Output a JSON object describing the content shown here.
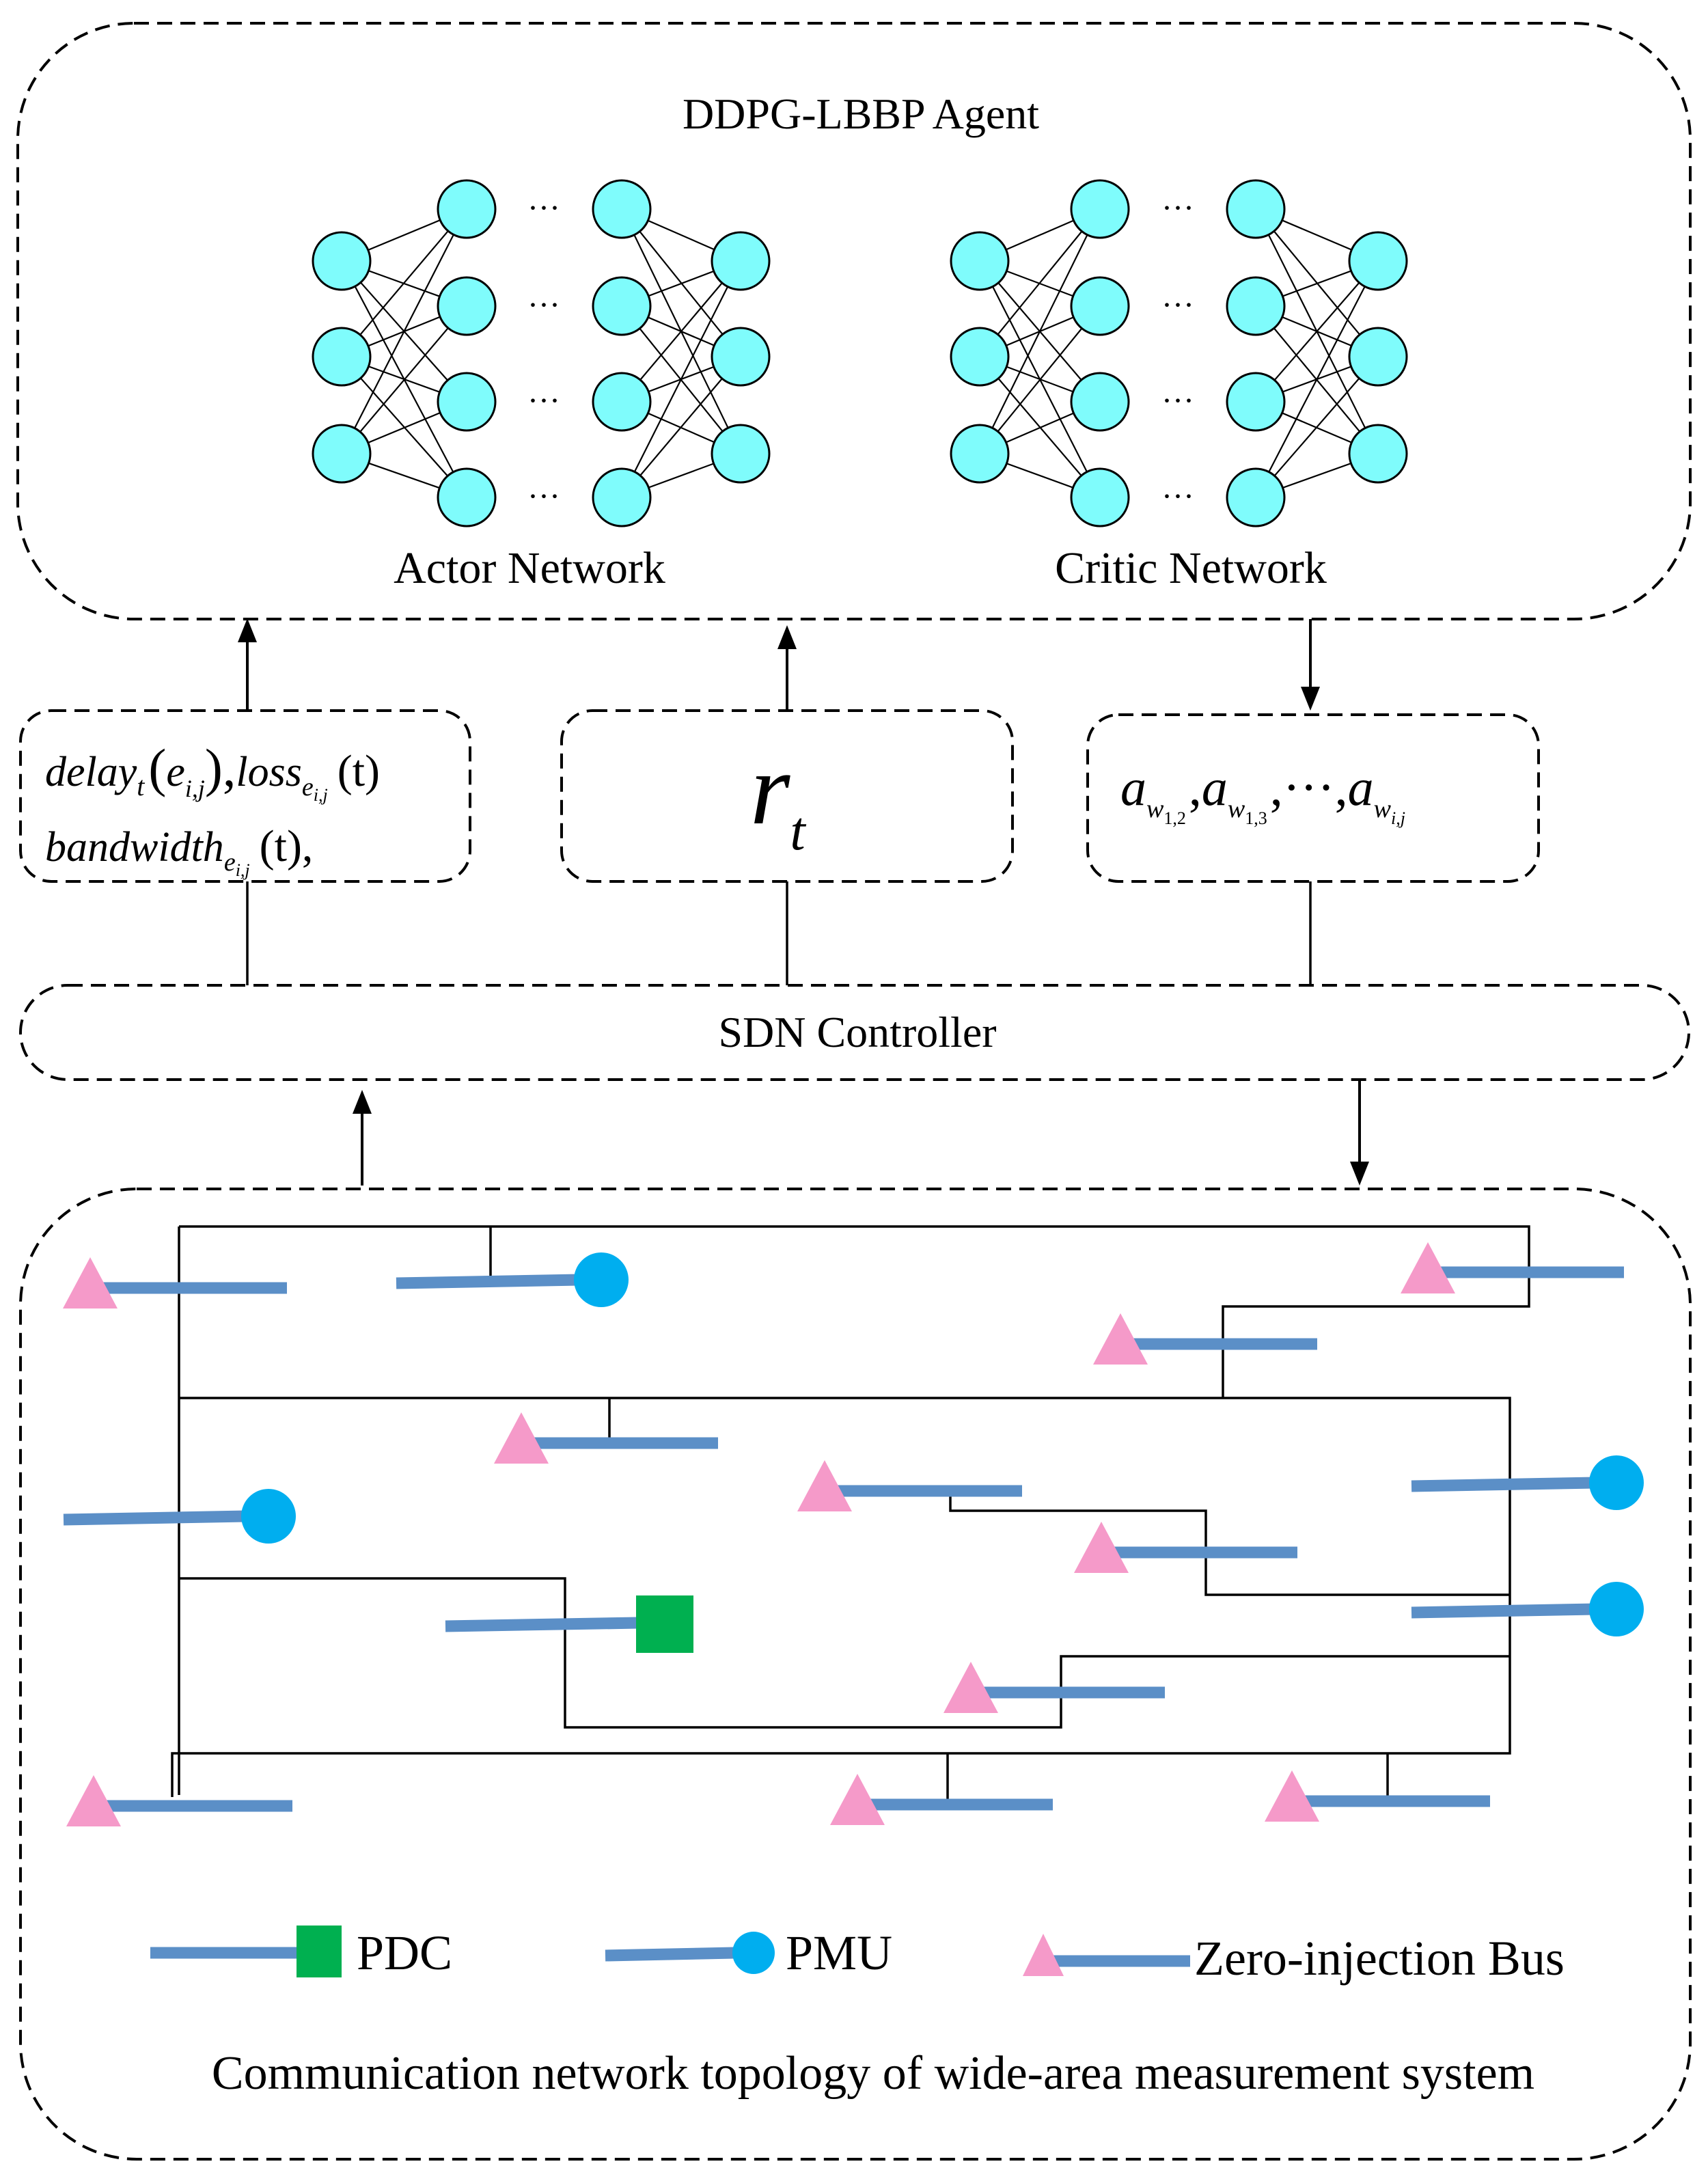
{
  "agent": {
    "title": "DDPG-LBBP Agent",
    "actor_label": "Actor Network",
    "critic_label": "Critic Network",
    "ellipsis": "···"
  },
  "state_box": {
    "line1": {
      "delay": "delay",
      "delay_sub": "t",
      "paren_open": "(",
      "edge_var": "e",
      "edge_sub": "i,j",
      "close_comma": "),",
      "loss": "loss",
      "loss_sub_base": "e",
      "loss_sub_idx": "i,j",
      "t_arg": "(t)"
    },
    "line2": {
      "bandwidth": "bandwidth",
      "bw_sub_base": "e",
      "bw_sub_idx": "i,j",
      "t_arg": "(t),"
    }
  },
  "reward_box": {
    "symbol": "r",
    "sub": "t"
  },
  "action_box": {
    "a": "a",
    "w": "w",
    "sub1": "1,2",
    "sub2": "1,3",
    "sub3": "i,j",
    "comma": ",",
    "dots": ",···,"
  },
  "controller": {
    "label": "SDN Controller"
  },
  "topology": {
    "title": "Communication network topology of wide-area measurement system",
    "legend": {
      "pdc": "PDC",
      "pmu": "PMU",
      "zero_injection": "Zero-injection Bus"
    }
  },
  "colors": {
    "node_fill": "#7ffcfc",
    "bus_bar": "#5b8fc7",
    "zero_injection": "#f59ac9",
    "pmu": "#00aeef",
    "pdc": "#00b050"
  },
  "icons": {
    "pdc": "green-square",
    "pmu": "blue-circle",
    "zero_injection": "pink-triangle"
  }
}
